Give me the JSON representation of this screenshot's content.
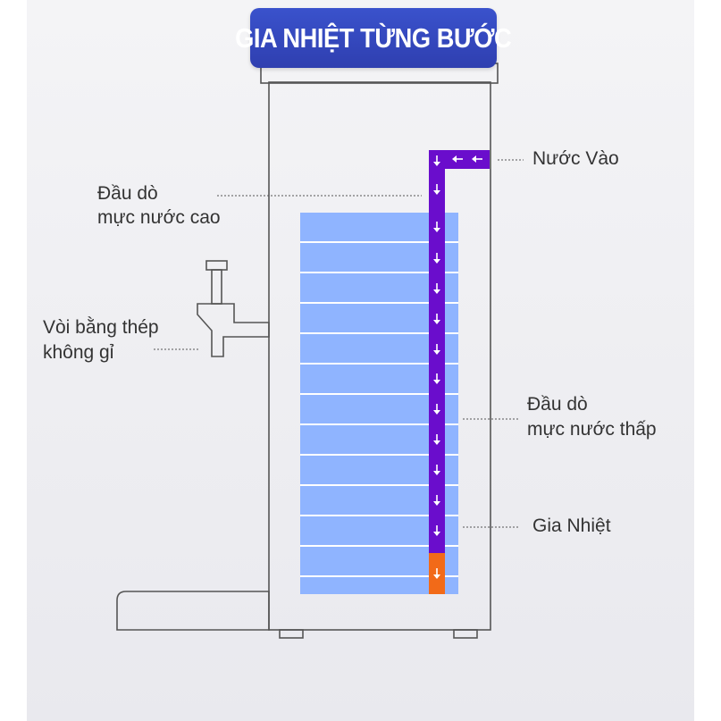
{
  "title": "GIA NHIỆT TỪNG BƯỚC",
  "labels": {
    "water_in": "Nước Vào",
    "high_probe_line1": "Đầu dò",
    "high_probe_line2": "mực nước cao",
    "faucet_line1": "Vòi bằng thép",
    "faucet_line2": "không gỉ",
    "low_probe_line1": "Đầu dò",
    "low_probe_line2": "mực nước thấp",
    "heater": "Gia Nhiệt"
  },
  "colors": {
    "banner": "#3347bf",
    "pipe": "#6a0dcc",
    "heater_segment": "#f26a18",
    "water": "#8fb4ff",
    "outline": "#555555",
    "arrow": "#ffffff"
  },
  "icons": {
    "arrow_down": "arrow-down-icon",
    "arrow_left": "arrow-left-icon"
  }
}
